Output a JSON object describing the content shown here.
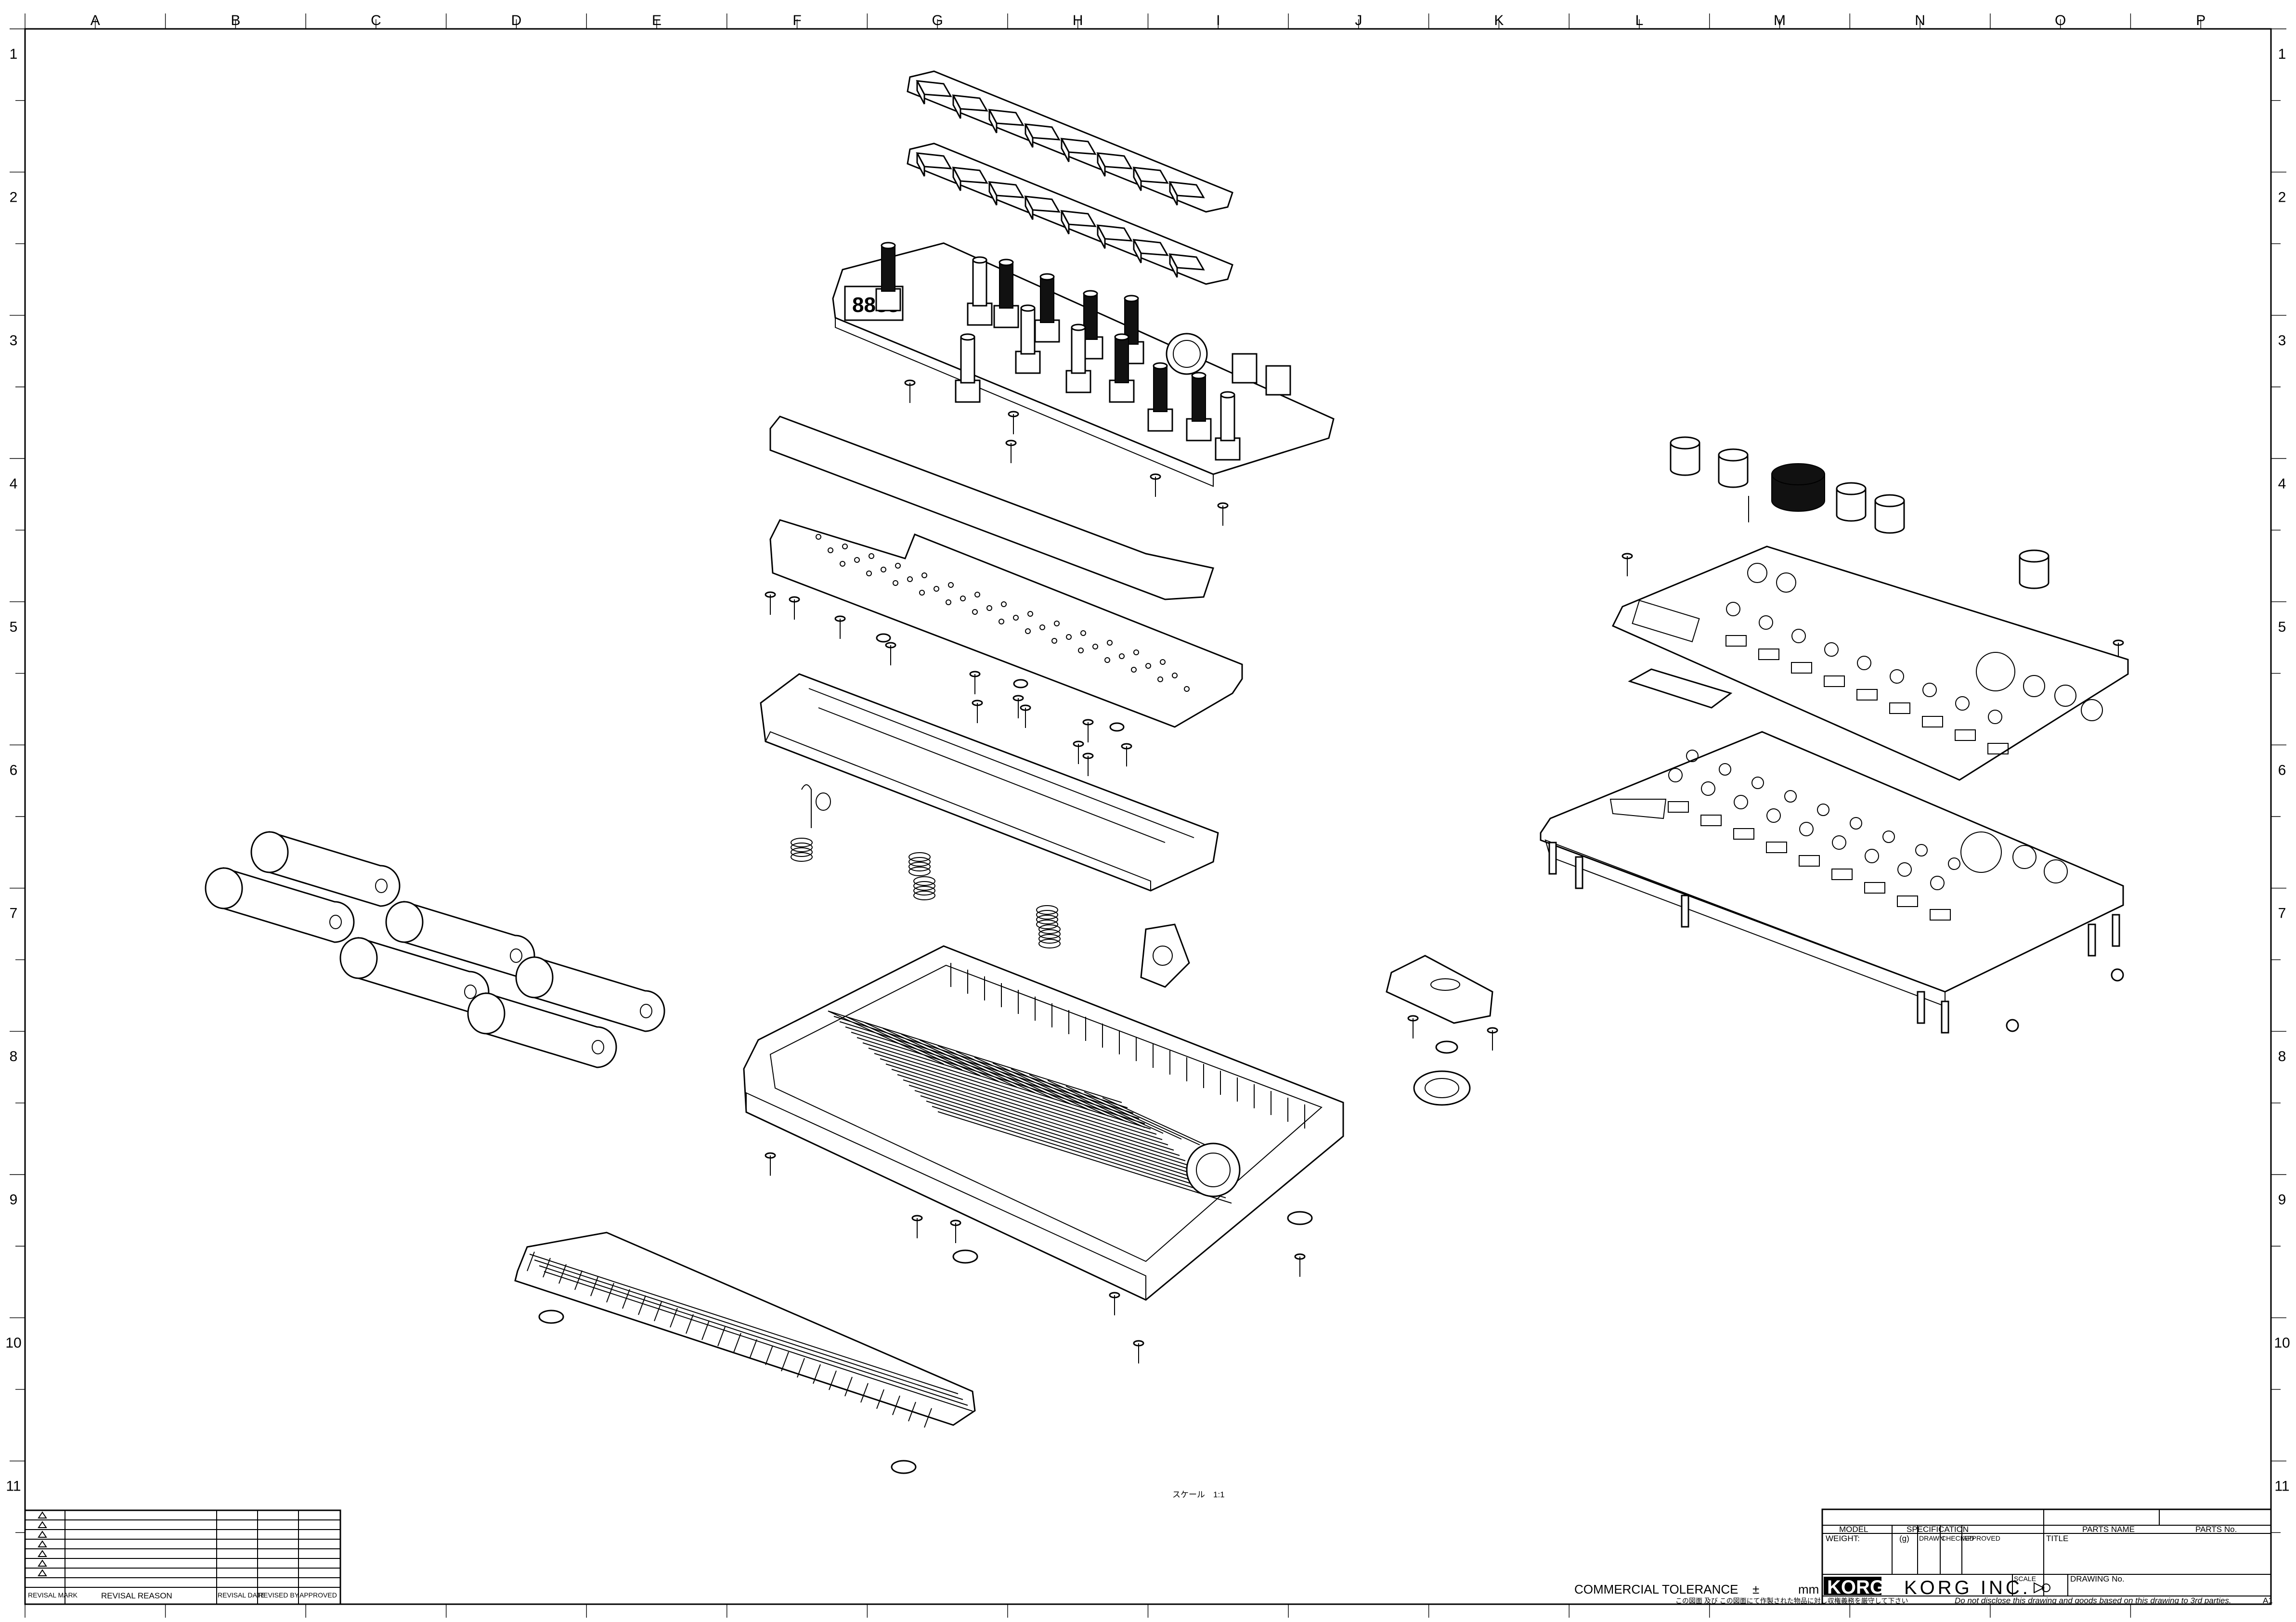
{
  "drawing": {
    "column_labels": [
      "A",
      "B",
      "C",
      "D",
      "E",
      "F",
      "G",
      "H",
      "I",
      "J",
      "K",
      "L",
      "M",
      "N",
      "O",
      "P"
    ],
    "row_labels": [
      "1",
      "2",
      "3",
      "4",
      "5",
      "6",
      "7",
      "8",
      "9",
      "10",
      "11"
    ],
    "scale_note": "スケール　1:1",
    "commercial_tolerance": "COMMERCIAL TOLERANCE",
    "tolerance_pm": "±",
    "tolerance_unit": "mm",
    "corner_label": "A1"
  },
  "revision_block": {
    "headers": [
      "REVISAL MARK",
      "REVISAL REASON",
      "REVISAL DATE",
      "REVISED BY",
      "APPROVED"
    ]
  },
  "title_block": {
    "model": "MODEL",
    "specification": "SPECIFICATION",
    "parts_name": "PARTS NAME",
    "parts_no": "PARTS No.",
    "weight": "WEIGHT:",
    "weight_unit": "(g)",
    "drawn": "DRAWN",
    "checked": "CHECKED",
    "approved": "APPROVED",
    "title": "TITLE",
    "scale": "SCALE",
    "drawing_no": "DRAWING No.",
    "logo": "KORG",
    "company": "KORG INC.",
    "disclaimer_jp": "この図面 及び この図面にて作製された物品に対し収権義務を厳守して下さい",
    "disclaimer_en": "Do not disclose this drawing and goods based on this drawing to 3rd parties."
  }
}
